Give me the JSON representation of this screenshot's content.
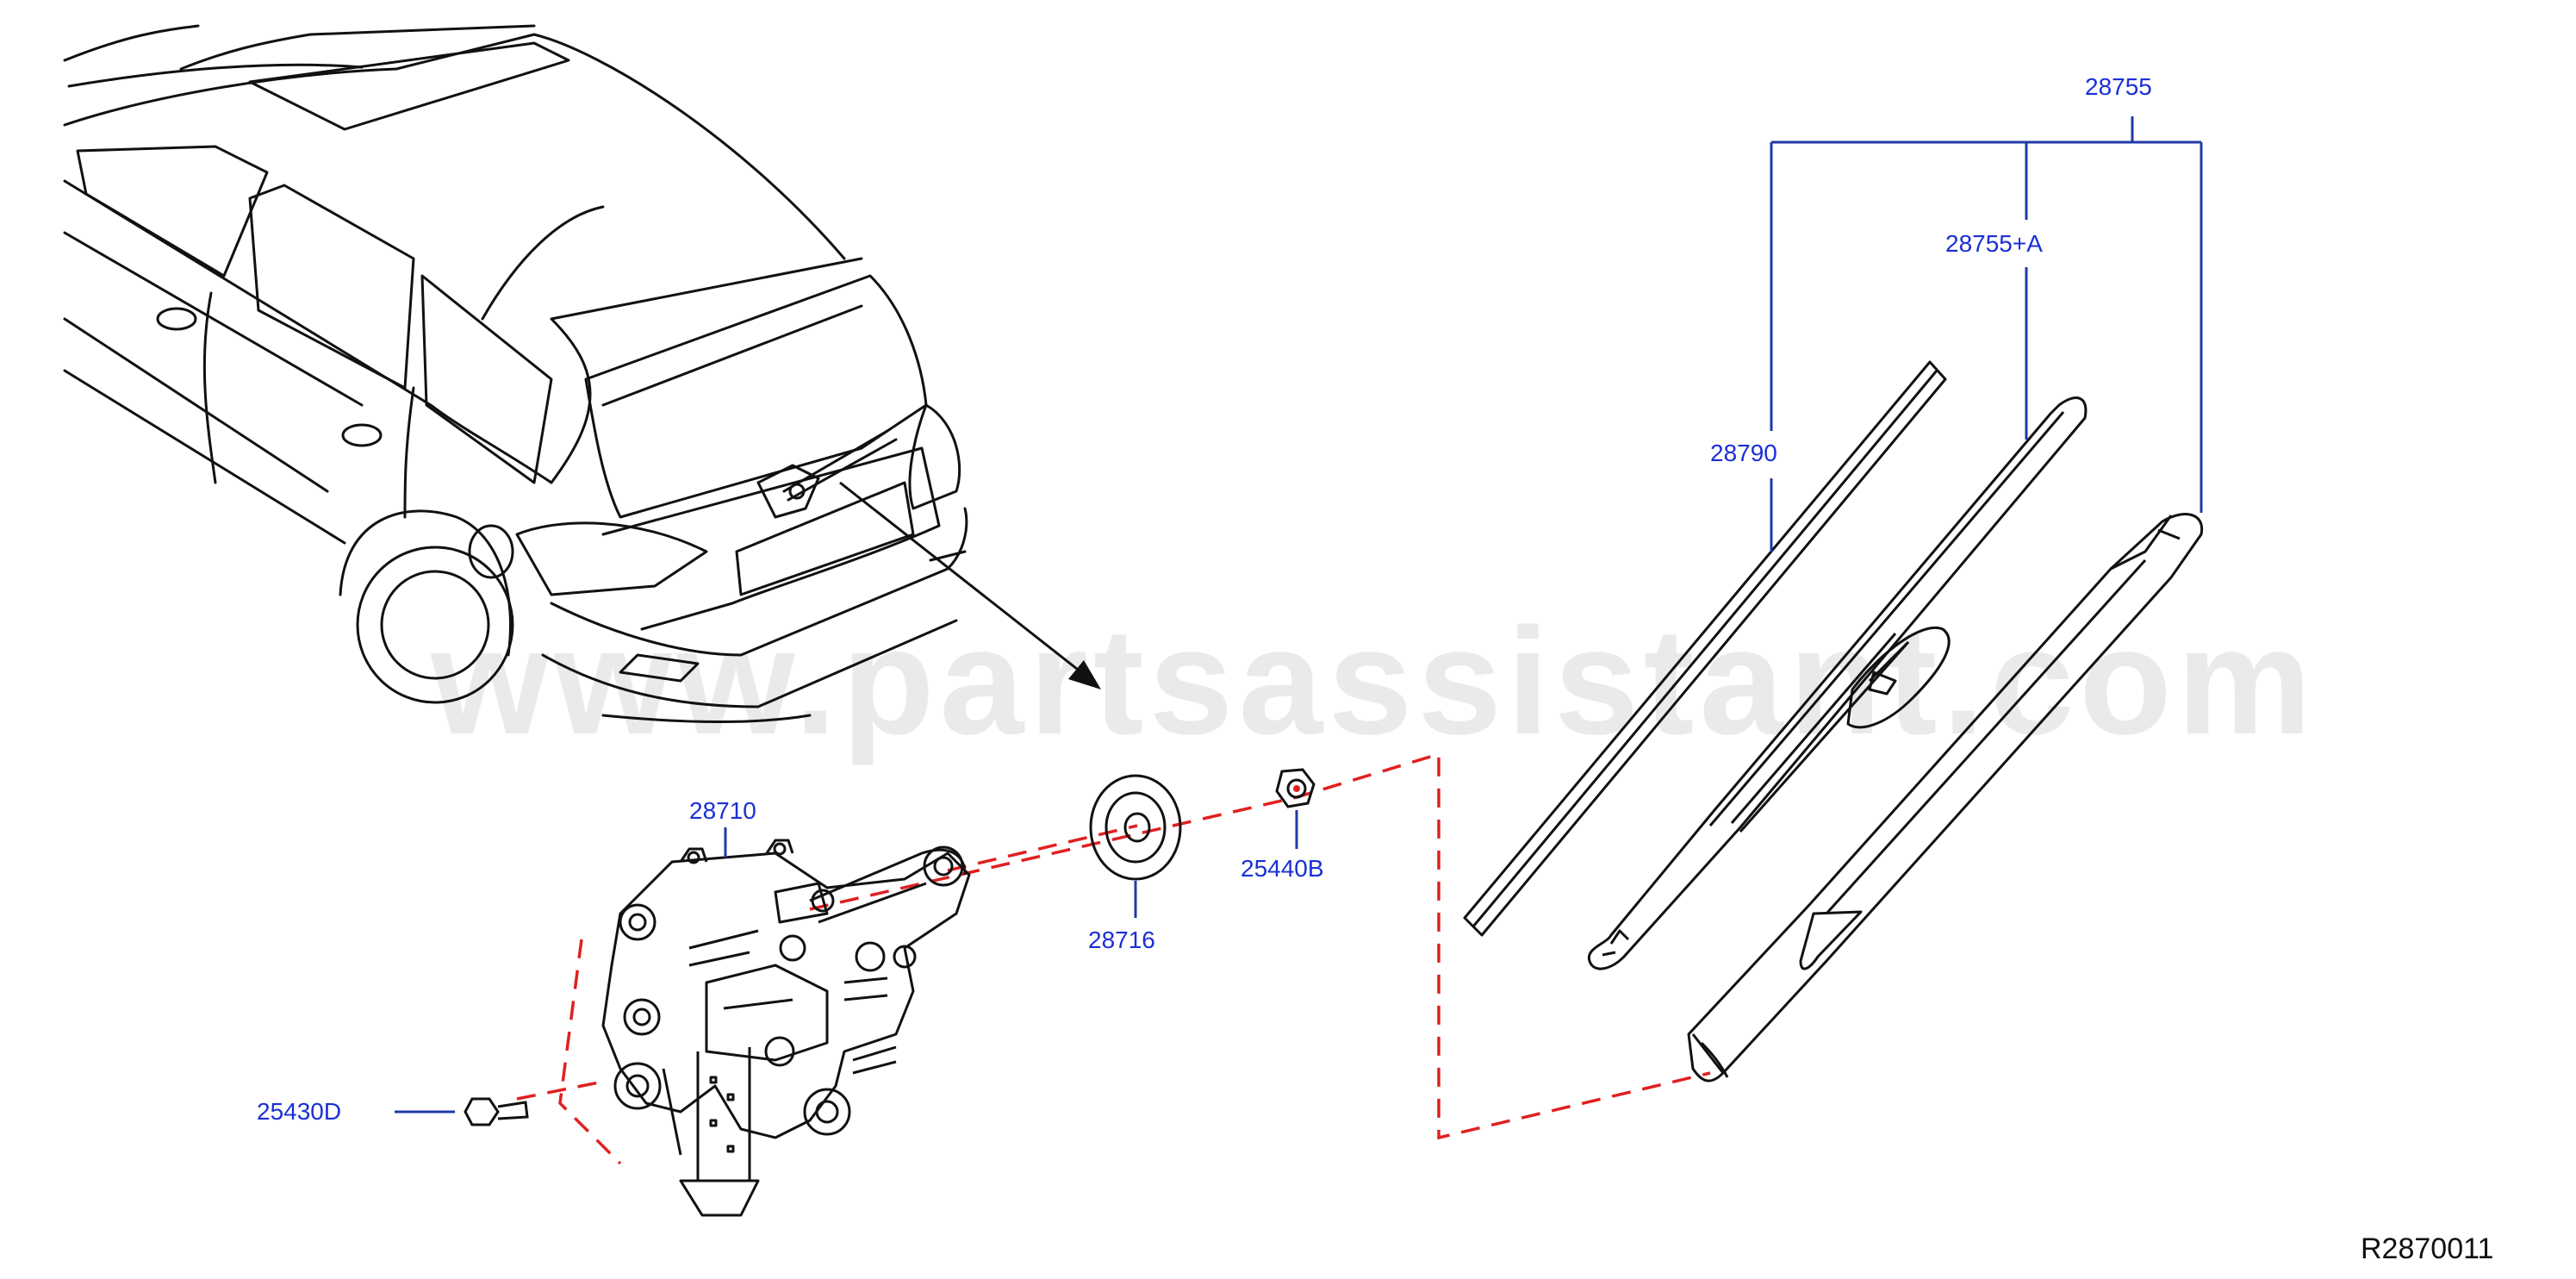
{
  "colors": {
    "line": "#111111",
    "callout": "#1a2fd6",
    "leader": "#1f3aa6",
    "dash": "#e02020",
    "watermark": "#d9d9d9"
  },
  "watermark": "www.partsassistant.com",
  "diagram_id": "R2870011",
  "callouts": {
    "c28755": "28755",
    "c28755a": "28755+A",
    "c28790": "28790",
    "c28710": "28710",
    "c28716": "28716",
    "c25440b": "25440B",
    "c25430d": "25430D"
  },
  "icons": {
    "car": "vehicle-rear-outline-icon",
    "motor": "wiper-motor-icon",
    "washer": "washer-seal-icon",
    "nut": "hex-nut-icon",
    "bolt": "bolt-icon",
    "blade": "wiper-blade-icon",
    "arm": "wiper-arm-icon"
  }
}
